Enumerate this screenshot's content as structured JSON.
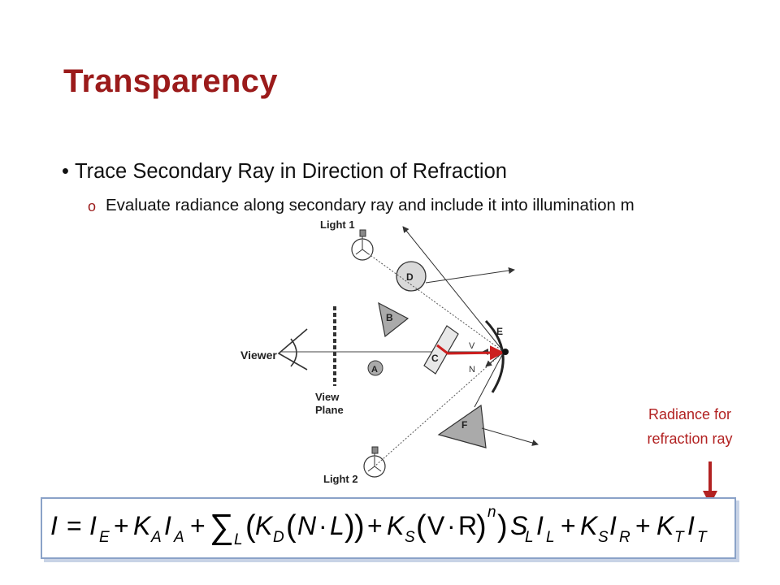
{
  "slide": {
    "title": "Transparency",
    "bullet": "Trace Secondary Ray in Direction of Refraction",
    "subbullet_marker": "o",
    "subbullet": "Evaluate radiance along secondary ray and include it into illumination m",
    "callout_line1": "Radiance for",
    "callout_line2": "refraction ray"
  },
  "diagram": {
    "light1": "Light 1",
    "light2": "Light 2",
    "viewer": "Viewer",
    "view_plane_line1": "View",
    "view_plane_line2": "Plane",
    "obj_a": "A",
    "obj_b": "B",
    "obj_c": "C",
    "obj_d": "D",
    "obj_e": "E",
    "obj_f": "F",
    "vec_v": "V",
    "vec_n": "N"
  },
  "formula": {
    "I": "I",
    "IE": "I",
    "E": "E",
    "KA": "K",
    "A": "A",
    "IA": "I",
    "sum_sub": "L",
    "KD": "K",
    "D": "D",
    "N": "N",
    "L1": "L",
    "KS1": "K",
    "S1": "S",
    "V": "V",
    "R": "R",
    "n": "n",
    "SL_S": "S",
    "SL_L": "L",
    "IL": "I",
    "IL_L": "L",
    "KS2": "K",
    "S2": "S",
    "IR": "I",
    "R2": "R",
    "KT": "K",
    "T1": "T",
    "IT": "I",
    "T2": "T"
  },
  "colors": {
    "title": "#9b1b1b",
    "callout": "#b22222",
    "ray": "#cc1f1f",
    "box_border": "#8aa2c8"
  }
}
